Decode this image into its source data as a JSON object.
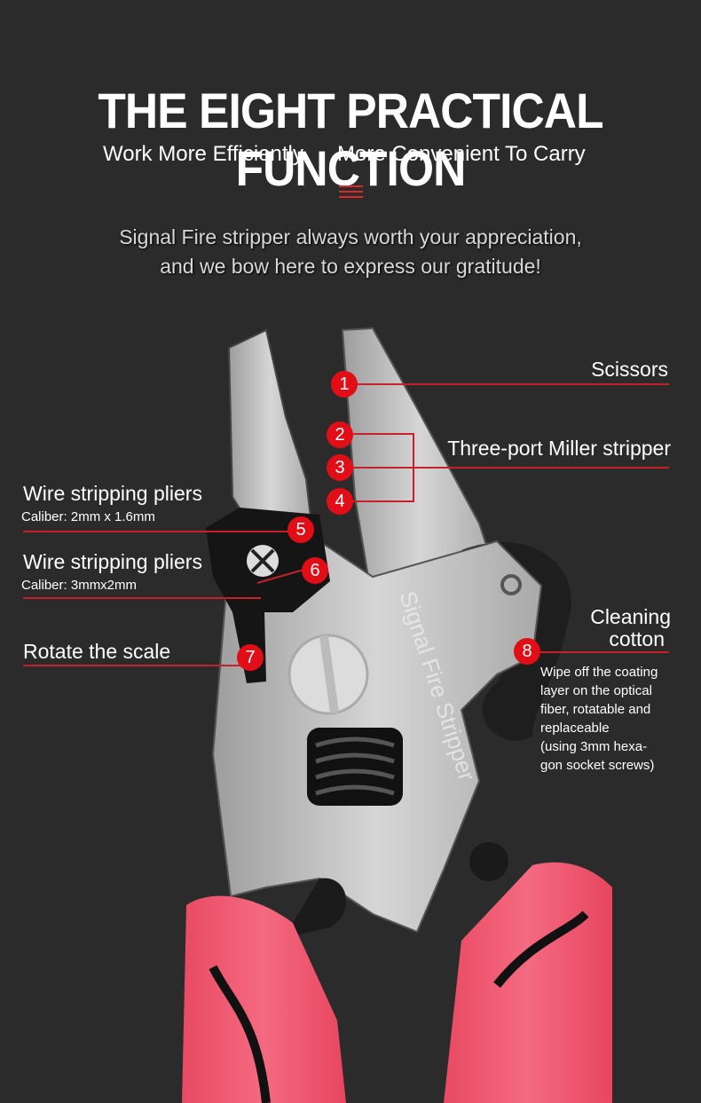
{
  "header": {
    "title": "THE EIGHT PRACTICAL FUNCTION",
    "subtitle_left": "Work More Efficiently",
    "subtitle_right": "More Convenient To Carry",
    "tagline_line1": "Signal Fire stripper always worth your appreciation,",
    "tagline_line2": "and we bow here to express our gratitude!"
  },
  "product": {
    "engraving": "Signal Fire Stripper",
    "handle_color": "#f2566e",
    "steel_color": "#c4c4c4"
  },
  "callouts": {
    "scissors": {
      "number": "1",
      "label": "Scissors"
    },
    "miller": {
      "numbers": [
        "2",
        "3",
        "4"
      ],
      "label": "Three-port Miller stripper"
    },
    "pliers_a": {
      "number": "5",
      "label": "Wire stripping pliers",
      "caliber": "Caliber: 2mm x 1.6mm"
    },
    "pliers_b": {
      "number": "6",
      "label": "Wire stripping pliers",
      "caliber": "Caliber: 3mmx2mm"
    },
    "rotate": {
      "number": "7",
      "label": "Rotate the scale"
    },
    "cotton": {
      "number": "8",
      "label_line1": "Cleaning",
      "label_line2": "cotton",
      "note_lines": [
        "Wipe off the coating",
        "layer on the optical",
        "fiber, rotatable and",
        "replaceable",
        "(using 3mm hexa-",
        "gon socket screws)"
      ]
    }
  },
  "colors": {
    "accent": "#e20e17",
    "background": "#2b2b2b"
  }
}
